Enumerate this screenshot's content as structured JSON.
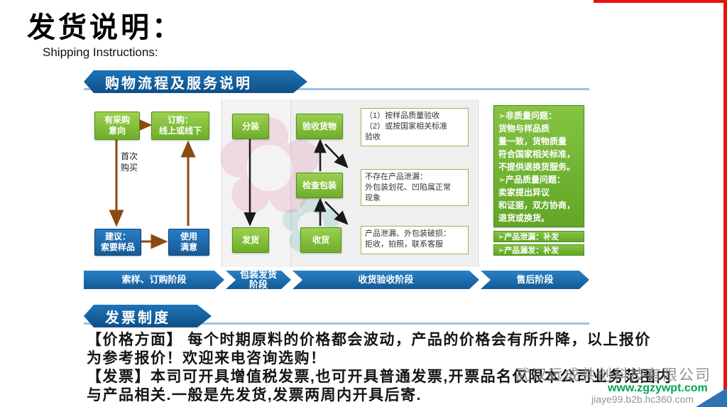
{
  "slide": {
    "title": "发货说明：",
    "subtitle": "Shipping Instructions:"
  },
  "process": {
    "banner": "购物流程及服务说明",
    "boxes": {
      "intent": "有采购\n意向",
      "order": "订购：\n线上或线下",
      "first_buy": "首次\n购买",
      "suggest": "建议：\n索要样品",
      "satisfied": "使用\n满意",
      "pack": "分装",
      "ship": "发货",
      "inspect": "验收货物",
      "check": "检查包装",
      "receive": "收货"
    },
    "notes": {
      "inspect": "（1）按样品质量验收\n（2）或按国家相关标准\n验收",
      "check": "不存在产品泄漏：\n外包装划花、凹陷属正常\n现象",
      "receive": "产品泄漏、外包装破损：\n拒收，拍照，联系客服"
    },
    "policy_panel": "➢非质量问题：\n货物与样品质\n量一致，货物质量\n符合国家相关标准，\n不提供退换货服务。\n➢产品质量问题：\n卖家提出异议\n和证据，双方协商，\n退货或换货。",
    "reissue": [
      "➢产品泄漏：补发",
      "➢产品漏发：补发"
    ],
    "stages": [
      "索样、订购阶段",
      "包装发货\n阶段",
      "收货验收阶段",
      "售后阶段"
    ]
  },
  "invoice": {
    "banner": "发票制度",
    "body": "【价格方面】 每个时期原料的价格都会波动，产品的价格会有所升降，以上报价\n为参考报价！欢迎来电咨询选购！\n【发票】本司可开具增值税发票,也可开具普通发票,开票品名仅限本公司业务范围内\n与产品相关.一般是先发货,发票两周内开具后寄."
  },
  "watermark": {
    "company": "武汉远成共创科技有限公司",
    "site": "www.zgzywpt.com",
    "shop": "jiaye99.b2b.hc360.com"
  },
  "colors": {
    "green_box": "#76b82a",
    "blue_box": "#1e6fb8",
    "banner_blue": "#1566ac",
    "stage_blue": "#1b75bb",
    "accent_red": "#e8110d",
    "link_green": "#00a650"
  }
}
